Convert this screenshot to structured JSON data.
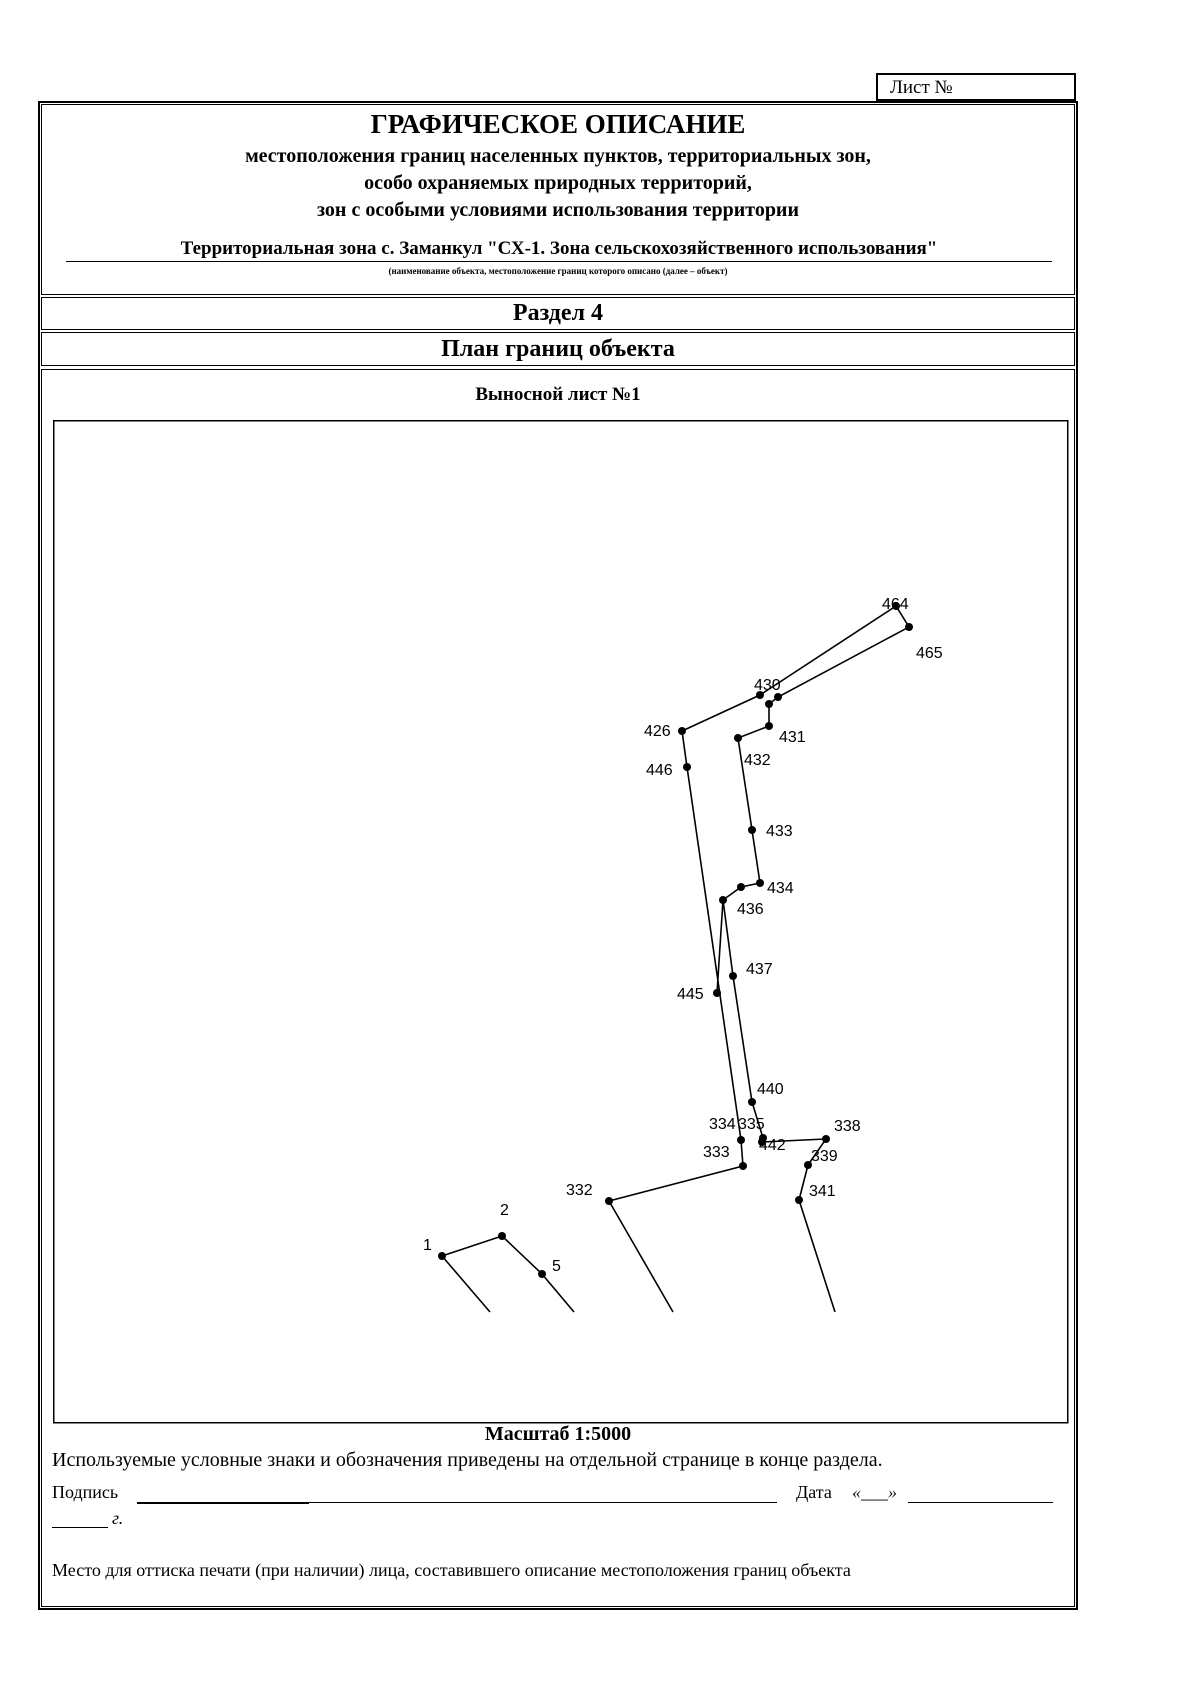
{
  "sheet_label": "Лист №",
  "header": {
    "title": "ГРАФИЧЕСКОЕ ОПИСАНИЕ",
    "subtitle_lines": [
      "местоположения границ населенных пунктов, территориальных зон,",
      "особо охраняемых природных территорий,",
      "зон с особыми условиями использования территории"
    ],
    "object_name": "Территориальная зона с. Заманкул \"СХ-1. Зона сельскохозяйственного использования\"",
    "object_note": "(наименование объекта, местоположение границ которого описано (далее – объект)"
  },
  "section": "Раздел 4",
  "plan_title": "План границ объекта",
  "sheet_subtitle": "Выносной лист №1",
  "map": {
    "polylines": [
      [
        "1",
        "2",
        "5"
      ],
      [
        "1",
        "b1"
      ],
      [
        "5",
        "b2"
      ],
      [
        "b3",
        "332",
        "333",
        "334",
        "446",
        "426",
        "430a",
        "464",
        "465",
        "430c",
        "430b",
        "431",
        "432",
        "433",
        "434",
        "435",
        "436",
        "437",
        "440",
        "335",
        "442",
        "338",
        "339",
        "341",
        "b4"
      ],
      [
        "445",
        "436"
      ]
    ],
    "points": [
      {
        "id": "1",
        "label": "1"
      },
      {
        "id": "2",
        "label": "2"
      },
      {
        "id": "5",
        "label": "5"
      },
      {
        "id": "332",
        "label": "332"
      },
      {
        "id": "333",
        "label": "333"
      },
      {
        "id": "334",
        "label": "334"
      },
      {
        "id": "335",
        "label": "335"
      },
      {
        "id": "442",
        "label": "442"
      },
      {
        "id": "338",
        "label": "338"
      },
      {
        "id": "339",
        "label": "339"
      },
      {
        "id": "341",
        "label": "341"
      },
      {
        "id": "440",
        "label": "440"
      },
      {
        "id": "437",
        "label": "437"
      },
      {
        "id": "445",
        "label": "445"
      },
      {
        "id": "436",
        "label": "436"
      },
      {
        "id": "434",
        "label": "434"
      },
      {
        "id": "433",
        "label": "433"
      },
      {
        "id": "432",
        "label": "432"
      },
      {
        "id": "431",
        "label": "431"
      },
      {
        "id": "430a",
        "label": "430"
      },
      {
        "id": "426",
        "label": "426"
      },
      {
        "id": "446",
        "label": "446"
      },
      {
        "id": "464",
        "label": "464"
      },
      {
        "id": "465",
        "label": "465"
      }
    ]
  },
  "scale": "Масштаб 1:5000",
  "legend_note": "Используемые условные знаки и обозначения приведены на отдельной странице в конце раздела.",
  "signature_label": "Подпись",
  "date_label": "Дата",
  "date_quotes": "«___»",
  "year_suffix": "г.",
  "seal_note": "Место для оттиска печати (при наличии) лица, составившего описание местоположения границ объекта"
}
